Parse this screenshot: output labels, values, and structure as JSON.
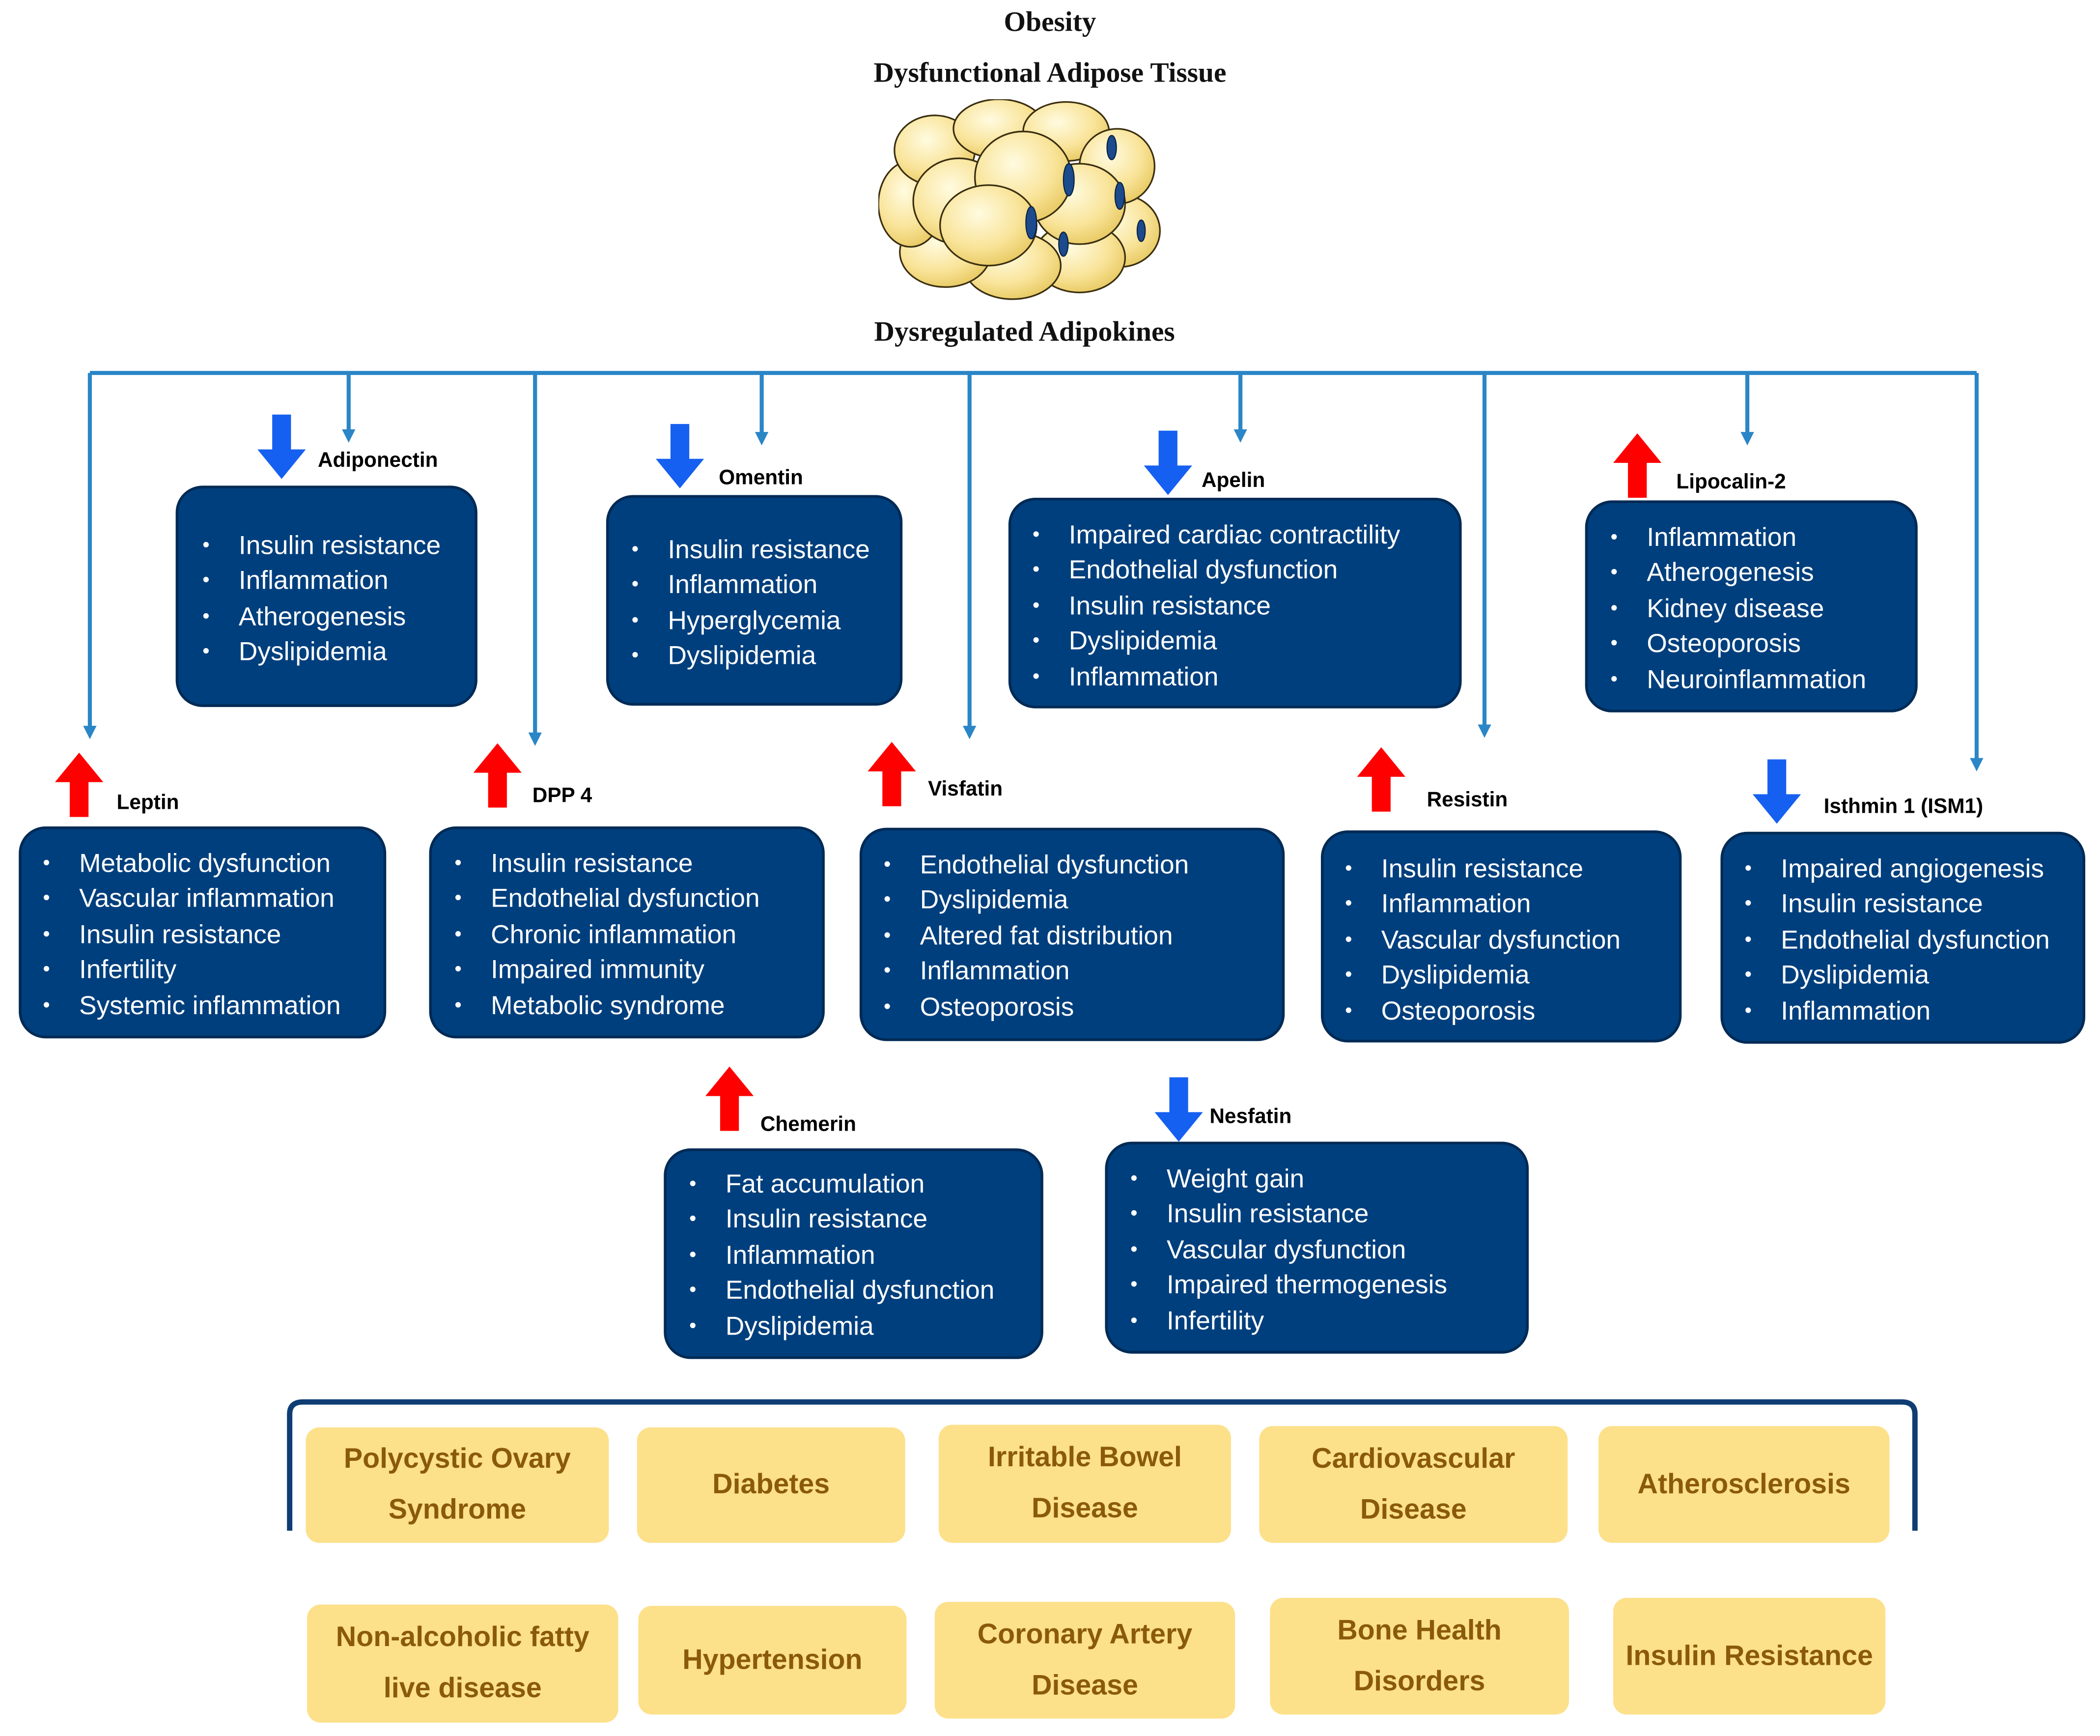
{
  "title": "Obesity",
  "subtitle": "Dysfunctional Adipose Tissue",
  "branch_label": "Dysregulated Adipokines",
  "colors": {
    "box_fill": "#003f7d",
    "connector": "#2a86c6",
    "arrow_up": "#ff0000",
    "arrow_down": "#1560f0",
    "disease_fill": "#fde08a",
    "disease_text": "#8a5a0a"
  },
  "adipokines": [
    {
      "id": "adiponectin",
      "name": "Adiponectin",
      "trend": "down",
      "effects": [
        "Insulin resistance",
        "Inflammation",
        "Atherogenesis",
        "Dyslipidemia"
      ]
    },
    {
      "id": "omentin",
      "name": "Omentin",
      "trend": "down",
      "effects": [
        "Insulin resistance",
        "Inflammation",
        "Hyperglycemia",
        "Dyslipidemia"
      ]
    },
    {
      "id": "apelin",
      "name": "Apelin",
      "trend": "down",
      "effects": [
        "Impaired cardiac contractility",
        "Endothelial dysfunction",
        "Insulin resistance",
        "Dyslipidemia",
        "Inflammation"
      ]
    },
    {
      "id": "lipocalin",
      "name": "Lipocalin-2",
      "trend": "up",
      "effects": [
        "Inflammation",
        "Atherogenesis",
        "Kidney disease",
        "Osteoporosis",
        "Neuroinflammation"
      ]
    },
    {
      "id": "leptin",
      "name": "Leptin",
      "trend": "up",
      "effects": [
        "Metabolic dysfunction",
        "Vascular inflammation",
        "Insulin resistance",
        "Infertility",
        "Systemic inflammation"
      ]
    },
    {
      "id": "dpp4",
      "name": "DPP 4",
      "trend": "up",
      "effects": [
        "Insulin resistance",
        "Endothelial dysfunction",
        "Chronic inflammation",
        "Impaired immunity",
        "Metabolic syndrome"
      ]
    },
    {
      "id": "visfatin",
      "name": "Visfatin",
      "trend": "up",
      "effects": [
        "Endothelial dysfunction",
        "Dyslipidemia",
        "Altered fat distribution",
        "Inflammation",
        "Osteoporosis"
      ]
    },
    {
      "id": "resistin",
      "name": "Resistin",
      "trend": "up",
      "effects": [
        "Insulin resistance",
        "Inflammation",
        "Vascular dysfunction",
        "Dyslipidemia",
        "Osteoporosis"
      ]
    },
    {
      "id": "isthmin",
      "name": "Isthmin 1 (ISM1)",
      "trend": "down",
      "effects": [
        "Impaired angiogenesis",
        "Insulin resistance",
        "Endothelial dysfunction",
        "Dyslipidemia",
        "Inflammation"
      ]
    },
    {
      "id": "chemerin",
      "name": "Chemerin",
      "trend": "up",
      "effects": [
        "Fat accumulation",
        "Insulin resistance",
        "Inflammation",
        "Endothelial dysfunction",
        "Dyslipidemia"
      ]
    },
    {
      "id": "nesfatin",
      "name": "Nesfatin",
      "trend": "down",
      "effects": [
        "Weight gain",
        "Insulin resistance",
        "Vascular dysfunction",
        "Impaired thermogenesis",
        "Infertility"
      ]
    }
  ],
  "diseases": [
    [
      "Polycystic Ovary",
      "Syndrome"
    ],
    [
      "Diabetes"
    ],
    [
      "Irritable Bowel",
      "Disease"
    ],
    [
      "Cardiovascular",
      "Disease"
    ],
    [
      "Atherosclerosis"
    ],
    [
      "Non-alcoholic fatty",
      "live disease"
    ],
    [
      "Hypertension"
    ],
    [
      "Coronary Artery",
      "Disease"
    ],
    [
      "Bone Health",
      "Disorders"
    ],
    [
      "Insulin Resistance"
    ]
  ]
}
